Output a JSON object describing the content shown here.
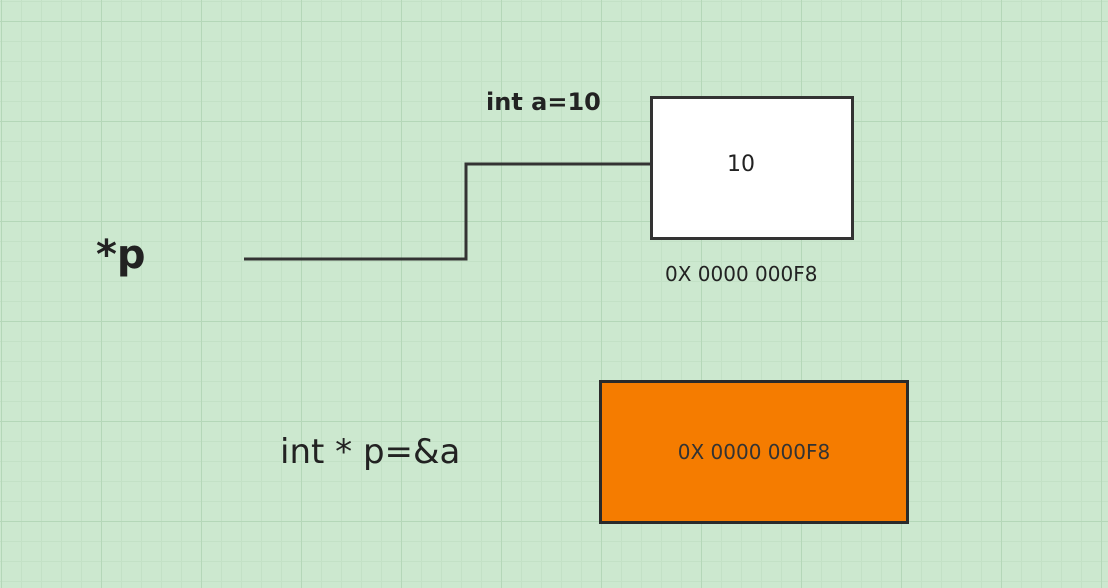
{
  "variable_a": {
    "declaration": "int a=10",
    "value": "10",
    "address": "0X 0000 000F8"
  },
  "pointer_p": {
    "label": "*p",
    "declaration": "int * p=&a",
    "stored_value": "0X 0000 000F8"
  },
  "colors": {
    "background": "#cce8cf",
    "pointer_box_fill": "#f57c00",
    "value_box_fill": "#ffffff",
    "line": "#333333"
  }
}
